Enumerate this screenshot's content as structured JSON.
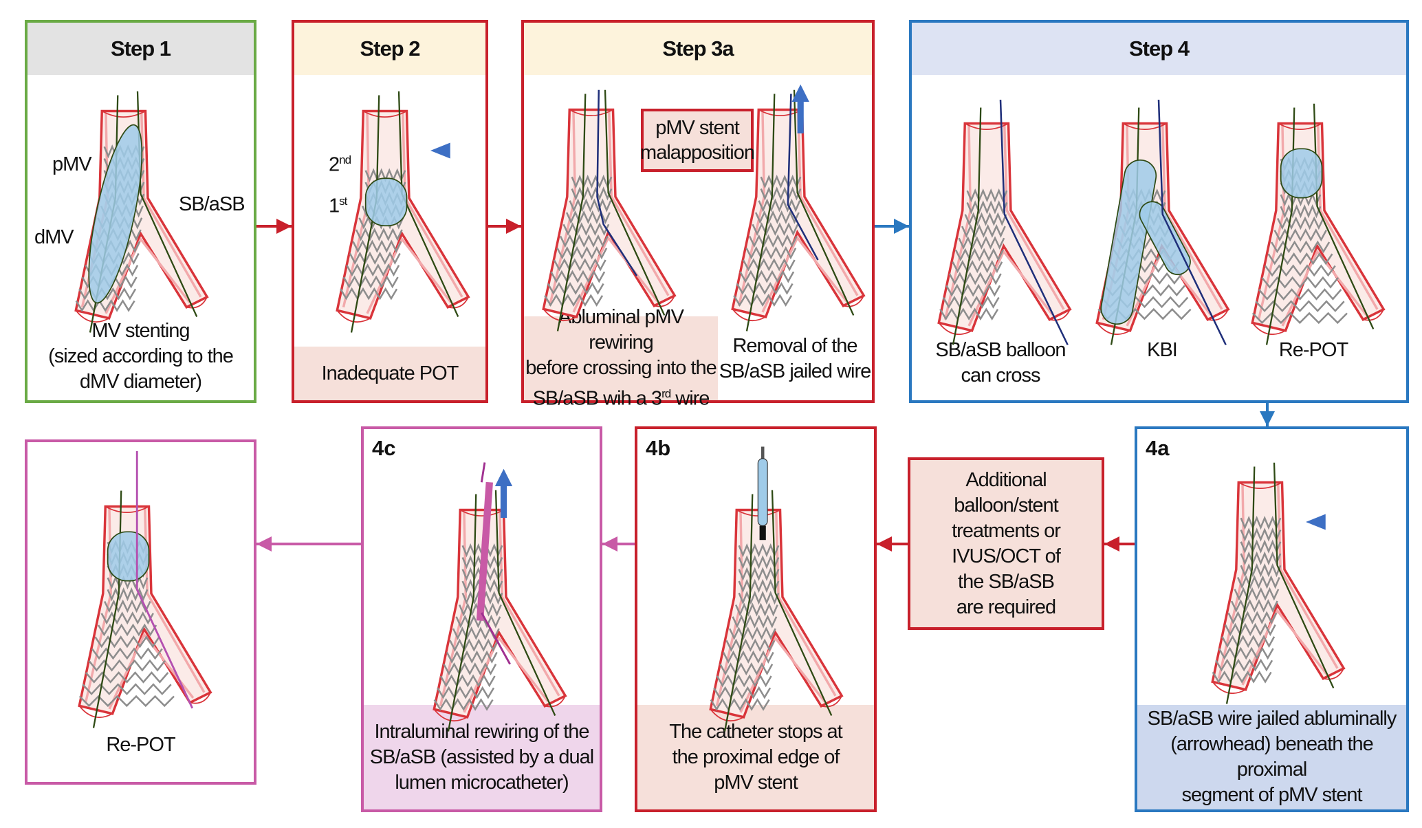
{
  "colors": {
    "green": "#6aaa45",
    "red": "#c8202b",
    "blue": "#2a78c0",
    "magenta": "#c85aa6",
    "header_gray": "#e3e3e3",
    "header_yellow": "#fdf3dc",
    "header_blue": "#dde3f3",
    "band_pink": "#f6e0da",
    "band_blue": "#cdd8ee",
    "band_purple": "#efd6eb",
    "balloon": "#9fcbe9"
  },
  "step1": {
    "title": "Step 1",
    "label_pmv": "pMV",
    "label_dmv": "dMV",
    "label_sb": "SB/aSB",
    "caption": [
      "MV stenting",
      "(sized according to the",
      "dMV diameter)"
    ]
  },
  "step2": {
    "title": "Step 2",
    "label_2": "2",
    "label_2_sup": "nd",
    "label_1": "1",
    "label_1_sup": "st",
    "caption": "Inadequate POT"
  },
  "step3a": {
    "title": "Step 3a",
    "callout": [
      "pMV stent",
      "malapposition"
    ],
    "caption_left": [
      "Abluminal pMV rewiring",
      "before crossing into the"
    ],
    "caption_left_last": "SB/aSB wih a 3",
    "caption_left_sup": "rd",
    "caption_left_end": " wire",
    "caption_right": [
      "Removal of the",
      "SB/aSB jailed wire"
    ]
  },
  "step4": {
    "title": "Step 4",
    "captions": [
      [
        "SB/aSB balloon",
        "can cross"
      ],
      [
        "KBI"
      ],
      [
        "Re-POT"
      ]
    ]
  },
  "step4a": {
    "title": "4a",
    "caption": [
      "SB/aSB wire jailed abluminally",
      "(arrowhead) beneath the proximal",
      "segment of pMV stent"
    ]
  },
  "additional": {
    "text": [
      "Additional",
      "balloon/stent",
      "treatments or",
      "IVUS/OCT of",
      "the SB/aSB",
      "are required"
    ]
  },
  "step4b": {
    "title": "4b",
    "caption": [
      "The catheter stops at",
      "the proximal edge of",
      "pMV stent"
    ]
  },
  "step4c": {
    "title": "4c",
    "caption": [
      "Intraluminal rewiring of the",
      "SB/aSB (assisted by a dual",
      "lumen microcatheter)"
    ]
  },
  "final": {
    "caption": "Re-POT"
  },
  "icons": {
    "flow_arrow": "arrow-icon",
    "arrowhead": "triangle-arrowhead-icon",
    "pullback": "up-arrow-icon"
  }
}
